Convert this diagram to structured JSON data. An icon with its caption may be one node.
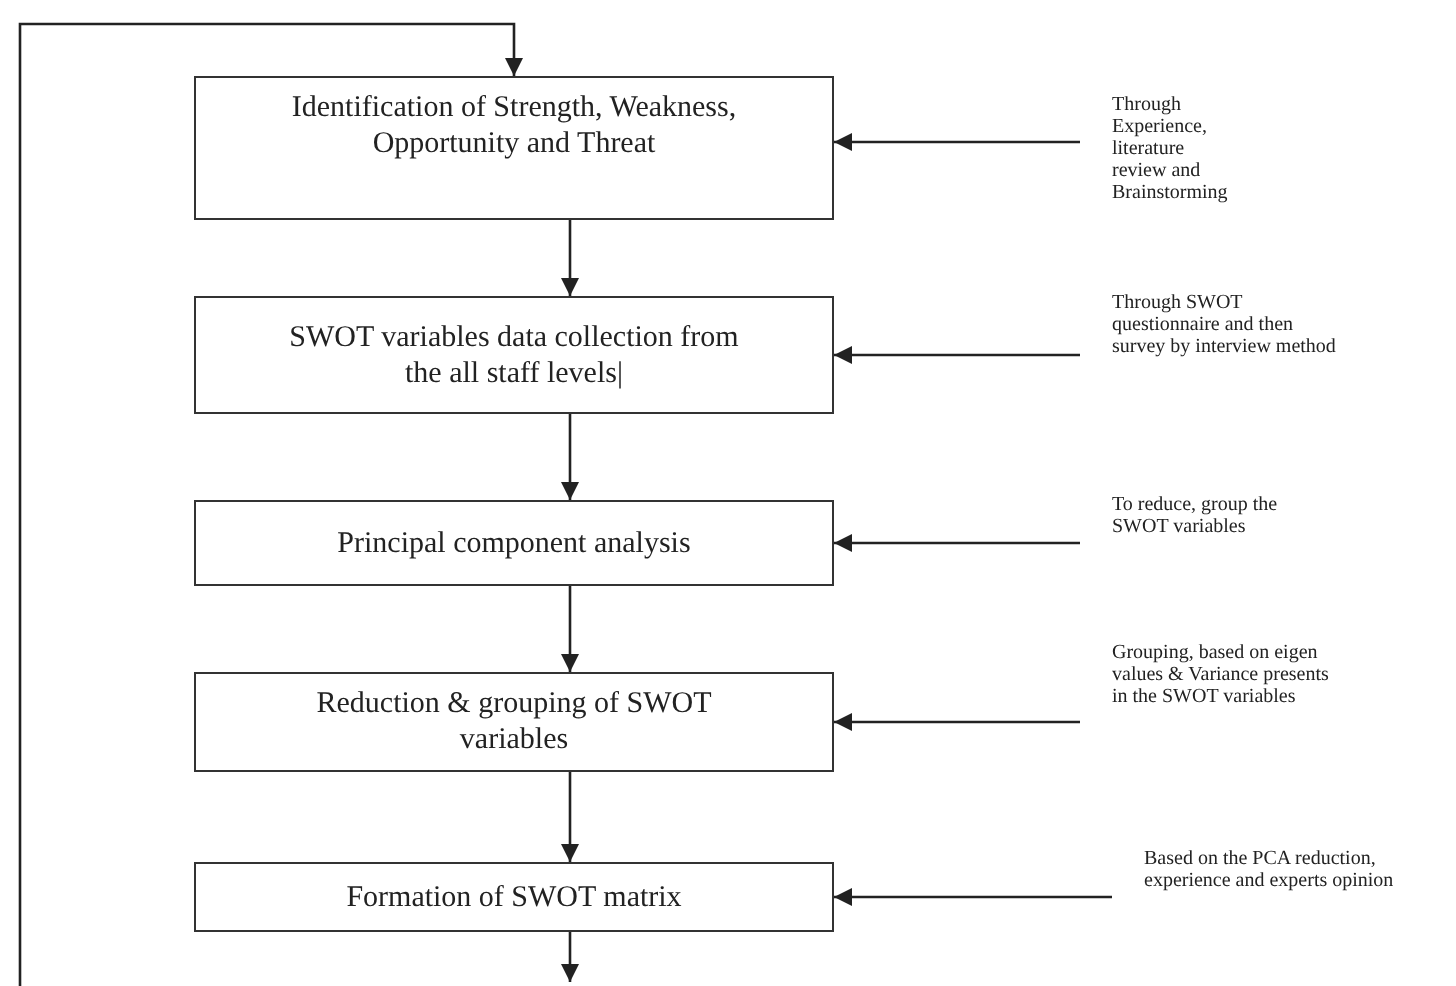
{
  "diagram": {
    "nodes": [
      {
        "text": [
          "Identification of Strength, Weakness, Opportunity and Threat"
        ]
      },
      {
        "text": [
          "SWOT variables data collection from the all staff levels|"
        ]
      },
      {
        "text": [
          "Principal component analysis"
        ]
      },
      {
        "text": [
          "Reduction & grouping of SWOT variables"
        ]
      },
      {
        "text": [
          "Formation of SWOT matrix"
        ]
      },
      {
        "text": [
          "Through Experience, literature review and Brainstorming"
        ]
      },
      {
        "text": [
          "Through SWOT questionnaire and then survey by interview method"
        ]
      },
      {
        "text": [
          "To reduce, group the SWOT variables"
        ]
      },
      {
        "text": [
          "Grouping, based on eigen values & Variance presents in the SWOT variables"
        ]
      },
      {
        "text": [
          "Based on the PCA reduction, experience and experts opinion"
        ]
      }
    ],
    "edges": [
      {
        "from": null,
        "to": 0,
        "arrow": "to"
      },
      {
        "from": 0,
        "to": 1,
        "arrow": "to"
      },
      {
        "from": 1,
        "to": 2,
        "arrow": "to"
      },
      {
        "from": 2,
        "to": 3,
        "arrow": "to"
      },
      {
        "from": 3,
        "to": 4,
        "arrow": "to"
      },
      {
        "from": 4,
        "to": null,
        "arrow": "to"
      },
      {
        "from": 5,
        "to": 0,
        "arrow": "to"
      },
      {
        "from": 6,
        "to": 1,
        "arrow": "to"
      },
      {
        "from": 7,
        "to": 2,
        "arrow": "to"
      },
      {
        "from": 8,
        "to": 3,
        "arrow": "to"
      },
      {
        "from": 9,
        "to": 4,
        "arrow": "to"
      }
    ]
  }
}
